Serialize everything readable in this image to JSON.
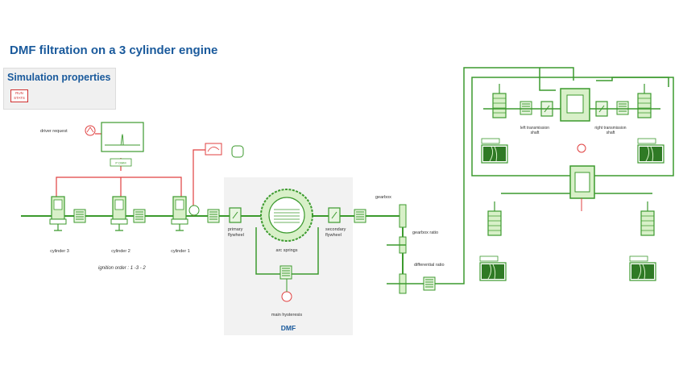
{
  "title": "DMF filtration on a 3 cylinder engine",
  "simulation_properties": {
    "label": "Simulation properties",
    "run_stats_line1": "RUN",
    "run_stats_line2": "STATS"
  },
  "labels": {
    "driver_request": "driver request",
    "cylinder_3": "cylinder 3",
    "cylinder_2": "cylinder 2",
    "cylinder_1": "cylinder 1",
    "ignition_order": "ignition order : 1 -3 - 2",
    "primary_flywheel_1": "primary",
    "primary_flywheel_2": "flywheel",
    "arc_springs": "arc springs",
    "secondary_flywheel_1": "secondary",
    "secondary_flywheel_2": "flywheel",
    "main_hysteresis": "main hysteresis",
    "dmf": "DMF",
    "gearbox": "gearbox",
    "gearbox_ratio": "gearbox ratio",
    "differential_ratio": "differential ratio",
    "left_transmission_1": "left transmission",
    "left_transmission_2": "shaft",
    "right_transmission_1": "right transmission",
    "right_transmission_2": "shaft",
    "controller": "P DMM"
  },
  "colors": {
    "title": "#1a5a9c",
    "component": "#3c9a2e",
    "signal": "#e04040",
    "dmf_bg": "#f2f2f2"
  }
}
